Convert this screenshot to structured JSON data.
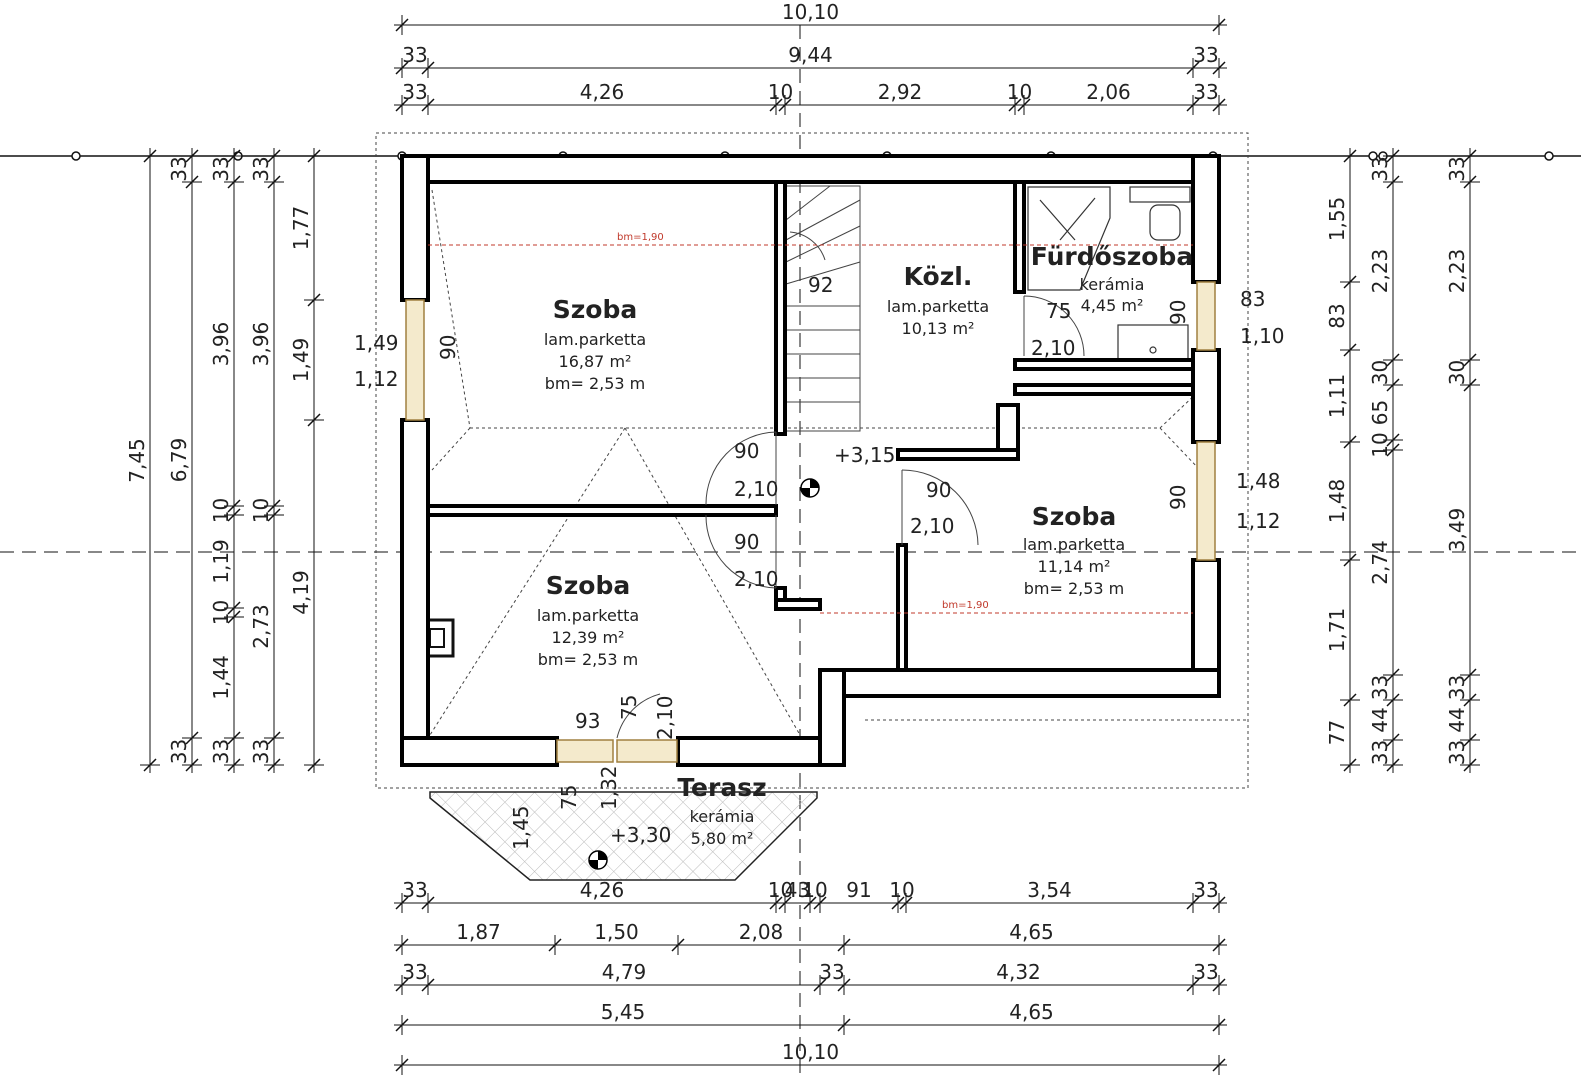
{
  "rooms": {
    "szoba1": {
      "name": "Szoba",
      "floor": "lam.parketta",
      "area": "16,87 m²",
      "height": "bm= 2,53 m"
    },
    "kozl": {
      "name": "Közl.",
      "floor": "lam.parketta",
      "area": "10,13 m²"
    },
    "furdo": {
      "name": "Fürdőszoba",
      "floor": "kerámia",
      "area": "4,45 m²"
    },
    "szoba2": {
      "name": "Szoba",
      "floor": "lam.parketta",
      "area": "12,39 m²",
      "height": "bm= 2,53 m"
    },
    "szoba3": {
      "name": "Szoba",
      "floor": "lam.parketta",
      "area": "11,14 m²",
      "height": "bm= 2,53 m"
    },
    "terasz": {
      "name": "Terasz",
      "floor": "kerámia",
      "area": "5,80 m²"
    }
  },
  "levels": {
    "main": "+3,15",
    "terrace": "+3,30"
  },
  "bm_lines": {
    "top": "bm=1,90",
    "right": "bm=1,90"
  },
  "dims": {
    "top1": [
      "10,10"
    ],
    "top2": [
      "33",
      "9,44",
      "33"
    ],
    "top3": [
      "33",
      "4,26",
      "10",
      "2,92",
      "10",
      "2,06",
      "33"
    ],
    "bot1": [
      "33",
      "4,26",
      "10",
      "43",
      "10",
      "91",
      "10",
      "3,54",
      "33"
    ],
    "bot2": [
      "1,87",
      "1,50",
      "2,08",
      "4,65"
    ],
    "bot3": [
      "33",
      "4,79",
      "33",
      "4,32",
      "33"
    ],
    "bot4": [
      "5,45",
      "4,65"
    ],
    "bot5": [
      "10,10"
    ],
    "left1": [
      "7,45"
    ],
    "left2": [
      "33",
      "6,79",
      "33"
    ],
    "left3": [
      "33",
      "3,96",
      "10",
      "1,19",
      "10",
      "1,44",
      "33"
    ],
    "left4": [
      "33",
      "3,96",
      "10",
      "2,73",
      "33"
    ],
    "left5": [
      "1,77",
      "1,49",
      "4,19"
    ],
    "right1": [
      "1,55",
      "83",
      "1,11",
      "1,48",
      "1,71",
      "77"
    ],
    "right2": [
      "33",
      "2,23",
      "30",
      "65",
      "10",
      "2,74",
      "33",
      "44",
      "33"
    ],
    "right3": [
      "33",
      "2,23",
      "30",
      "3,49",
      "33",
      "44",
      "33"
    ]
  },
  "openings": {
    "w_left": {
      "w": "1,49",
      "h": "1,12",
      "side": "90"
    },
    "w_right_top": {
      "w": "83",
      "h": "1,10",
      "side": "90"
    },
    "w_right_mid": {
      "w": "1,48",
      "h": "1,12",
      "side": "90"
    },
    "d_stair": {
      "w": "92"
    },
    "d_bath": {
      "w": "75",
      "h": "2,10"
    },
    "d_room1": {
      "w": "90",
      "h": "2,10"
    },
    "d_room2": {
      "w": "90",
      "h": "2,10"
    },
    "d_room3": {
      "w": "90",
      "h": "2,10"
    },
    "d_terrace": {
      "w": "93",
      "w2": "75",
      "h": "2,10",
      "sill": "75",
      "sill2": "1,32"
    },
    "terrace_depth": "1,45"
  }
}
